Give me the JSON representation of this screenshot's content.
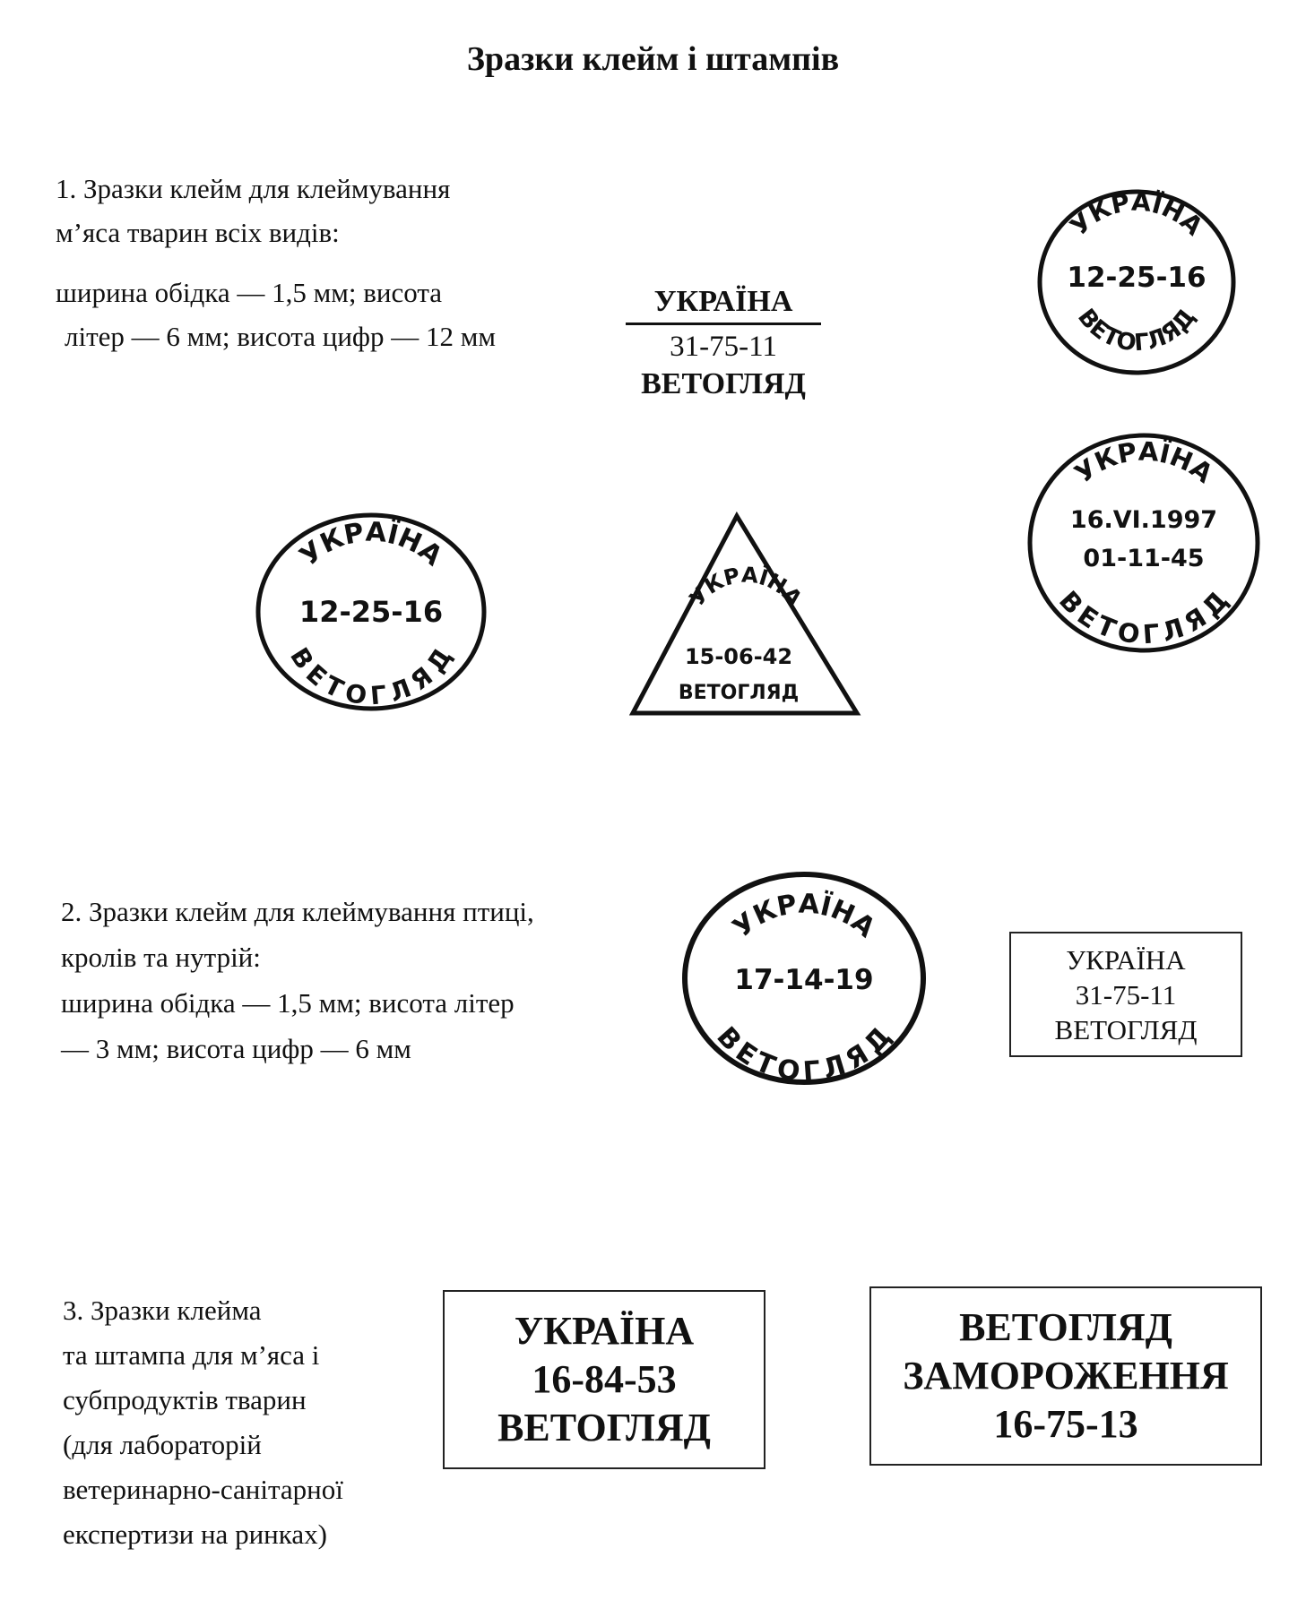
{
  "title": "Зразки клейм і штампів",
  "section1": {
    "heading_line1": "1. Зразки клейм для клеймування",
    "heading_line2": "м’яса тварин всіх видів:",
    "spec_line1": "ширина обідка — 1,5 мм; висота",
    "spec_line2": "літер — 6 мм; висота цифр — 12 мм",
    "fraction": {
      "top": "УКРАЇНА",
      "mid": "31-75-11",
      "bottom": "ВЕТОГЛЯД"
    },
    "stamp_round_top_right": {
      "arc_top": "УКРАЇНА",
      "number": "12-25-16",
      "arc_bottom": "ВЕТОГЛЯД"
    },
    "stamp_oval_left": {
      "arc_top": "УКРАЇНА",
      "number": "12-25-16",
      "arc_bottom": "ВЕТОГЛЯД"
    },
    "stamp_triangle": {
      "arc_top": "УКРАЇНА",
      "number": "15-06-42",
      "bottom": "ВЕТОГЛЯД"
    },
    "stamp_round_date": {
      "arc_top": "УКРАЇНА",
      "date": "16.VI.1997",
      "number": "01-11-45",
      "arc_bottom": "ВЕТОГЛЯД"
    }
  },
  "section2": {
    "line1": "2. Зразки клейм для клеймування птиці,",
    "line2": "кролів та нутрій:",
    "line3": "ширина обідка — 1,5 мм; висота літер",
    "line4": "— 3 мм; висота цифр — 6 мм",
    "stamp_round": {
      "arc_top": "УКРАЇНА",
      "number": "17-14-19",
      "arc_bottom": "ВЕТОГЛЯД"
    },
    "stamp_rect": {
      "line1": "УКРАЇНА",
      "line2": "31-75-11",
      "line3": "ВЕТОГЛЯД"
    }
  },
  "section3": {
    "line1": "3. Зразки клейма",
    "line2": "та штампа для м’яса і",
    "line3": "субпродуктів тварин",
    "line4": "(для лабораторій",
    "line5": "ветеринарно-санітарної",
    "line6": "експертизи на ринках)",
    "stamp_rect_1": {
      "line1": "УКРАЇНА",
      "line2": "16-84-53",
      "line3": "ВЕТОГЛЯД"
    },
    "stamp_rect_2": {
      "line1": "ВЕТОГЛЯД",
      "line2": "ЗАМОРОЖЕННЯ",
      "line3": "16-75-13"
    }
  }
}
